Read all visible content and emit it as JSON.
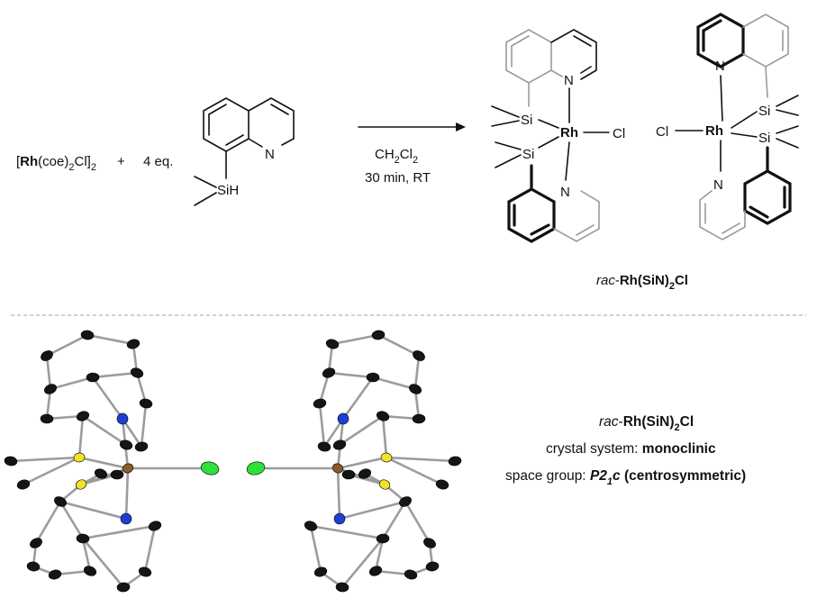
{
  "reaction": {
    "reagent_bracket_open": "[",
    "reagent_metal": "Rh",
    "reagent_ligand": "(coe)",
    "reagent_ligand_sub": "2",
    "reagent_halide": "Cl]",
    "reagent_sub": "2",
    "plus": "+",
    "equivalents": "4 eq.",
    "ligand_si_label": "SiH",
    "ligand_n_label": "N",
    "solvent_main": "CH",
    "solvent_sub1": "2",
    "solvent_cl": "Cl",
    "solvent_sub2": "2",
    "conditions": "30 min, RT"
  },
  "product": {
    "atoms": {
      "rh": "Rh",
      "cl": "Cl",
      "si": "Si",
      "n": "N"
    },
    "label_prefix": "rac",
    "label_dash": "-",
    "label_main": "Rh(SiN)",
    "label_sub": "2",
    "label_suffix": "Cl"
  },
  "crystal": {
    "name_prefix": "rac",
    "name_dash": "-",
    "name_main": "Rh(SiN)",
    "name_sub": "2",
    "name_suffix": "Cl",
    "system_label": "crystal system: ",
    "system_value": "monoclinic",
    "group_label": "space group: ",
    "group_value_p2": "P2",
    "group_value_sub": "1",
    "group_value_c": "c",
    "group_value_rest": " (centrosymmetric)"
  },
  "colors": {
    "carbon": "#151515",
    "nitrogen": "#1d3fd6",
    "silicon": "#f2e32a",
    "rhodium": "#8a5a2b",
    "chlorine": "#2ee03a",
    "bond": "#9c9c9c",
    "divider": "#b5b5b5"
  }
}
